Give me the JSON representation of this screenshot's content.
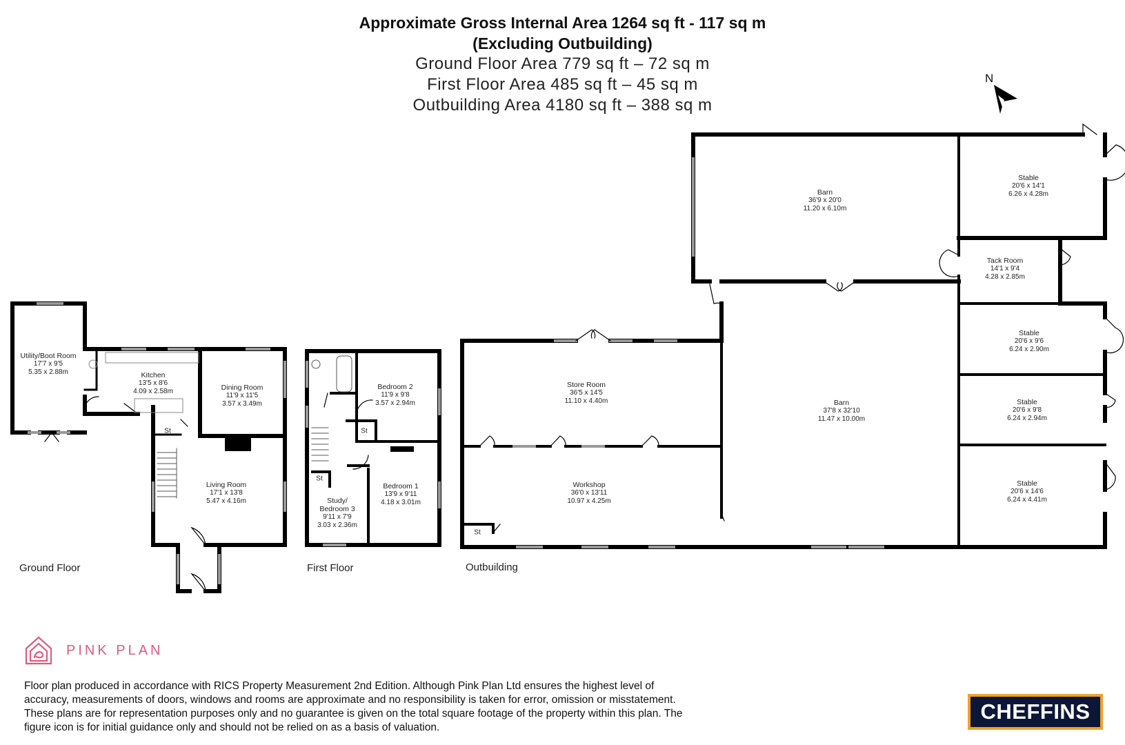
{
  "header": {
    "title_line1": "Approximate Gross Internal Area 1264 sq ft - 117 sq m",
    "title_line2": "(Excluding Outbuilding)",
    "ground_floor_area": "Ground Floor Area 779 sq ft – 72 sq m",
    "first_floor_area": "First Floor Area 485 sq ft – 45 sq m",
    "outbuilding_area": "Outbuilding Area 4180 sq ft – 388 sq m"
  },
  "compass": {
    "label": "N",
    "icon": "north-arrow-icon"
  },
  "floors": {
    "ground": {
      "label": "Ground Floor",
      "rooms": [
        {
          "name": "Utility/Boot Room",
          "imperial": "17'7 x 9'5",
          "metric": "5.35 x 2.88m"
        },
        {
          "name": "Kitchen",
          "imperial": "13'5 x 8'6",
          "metric": "4.09 x 2.58m"
        },
        {
          "name": "Dining Room",
          "imperial": "11'9 x 11'5",
          "metric": "3.57 x 3.49m"
        },
        {
          "name": "Living Room",
          "imperial": "17'1 x 13'8",
          "metric": "5.47 x 4.16m"
        }
      ],
      "storage_label": "St"
    },
    "first": {
      "label": "First Floor",
      "rooms": [
        {
          "name": "Bedroom 2",
          "imperial": "11'9 x 9'8",
          "metric": "3.57 x 2.94m"
        },
        {
          "name": "Bedroom 1",
          "imperial": "13'9 x 9'11",
          "metric": "4.18 x 3.01m"
        },
        {
          "name": "Study/",
          "name2": "Bedroom 3",
          "imperial": "9'11 x 7'9",
          "metric": "3.03 x 2.36m"
        }
      ],
      "storage_label": "St"
    },
    "outbuilding": {
      "label": "Outbuilding",
      "rooms": [
        {
          "name": "Store Room",
          "imperial": "36'5 x 14'5",
          "metric": "11.10 x 4.40m"
        },
        {
          "name": "Workshop",
          "imperial": "36'0 x 13'11",
          "metric": "10.97 x 4.25m"
        },
        {
          "name": "Barn",
          "imperial": "36'9 x 20'0",
          "metric": "11.20 x 6.10m"
        },
        {
          "name": "Barn",
          "imperial": "37'8 x 32'10",
          "metric": "11.47 x 10.00m"
        },
        {
          "name": "Stable",
          "imperial": "20'6 x 14'1",
          "metric": "6.26 x 4.28m"
        },
        {
          "name": "Tack Room",
          "imperial": "14'1 x 9'4",
          "metric": "4.28 x 2.85m"
        },
        {
          "name": "Stable",
          "imperial": "20'6 x 9'6",
          "metric": "6.24 x 2.90m"
        },
        {
          "name": "Stable",
          "imperial": "20'6 x 9'8",
          "metric": "6.24 x 2.94m"
        },
        {
          "name": "Stable",
          "imperial": "20'6 x 14'6",
          "metric": "6.24 x 4.41m"
        }
      ],
      "storage_label": "St"
    }
  },
  "branding": {
    "pink_plan": {
      "text": "PINK PLAN",
      "color": "#e05a7d"
    },
    "cheffins": {
      "text": "CHEFFINS",
      "bg_color": "#0c1636",
      "border_color": "#f0a02a"
    }
  },
  "disclaimer": "Floor plan produced in accordance with RICS Property Measurement 2nd Edition. Although Pink Plan Ltd ensures the highest level of accuracy, measurements of doors, windows and rooms are approximate and no responsibility is taken for error, omission or misstatement. These plans are for representation purposes only and no guarantee is given on the total square footage of the property within this plan. The figure icon is for initial guidance only and should not be relied on as a basis of valuation."
}
